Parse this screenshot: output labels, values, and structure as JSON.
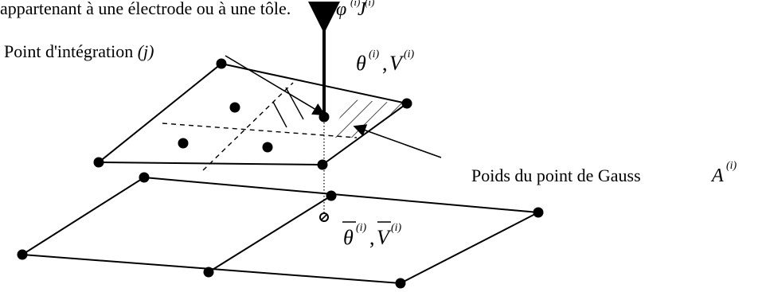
{
  "diagram": {
    "header_text": "appartenant à une électrode ou à une tôle.",
    "flux_label": "φ",
    "flux_index": "(i)",
    "flux_label_2": "J",
    "flux_index_2": "(i)",
    "integration_point_label": "Point d'intégration ",
    "integration_point_index": "(j)",
    "upper_vars": {
      "theta": "θ",
      "index1": "(i)",
      "sep": ",",
      "v": "V",
      "index2": "(i)"
    },
    "gauss_weight_label": "Poids du point de Gauss ",
    "gauss_weight_symbol": "A",
    "gauss_weight_index": "(i)",
    "lower_vars": {
      "theta_bar": "θ",
      "index1": "(i)",
      "sep": ",",
      "v_bar": "V",
      "index2": "(i)"
    }
  }
}
